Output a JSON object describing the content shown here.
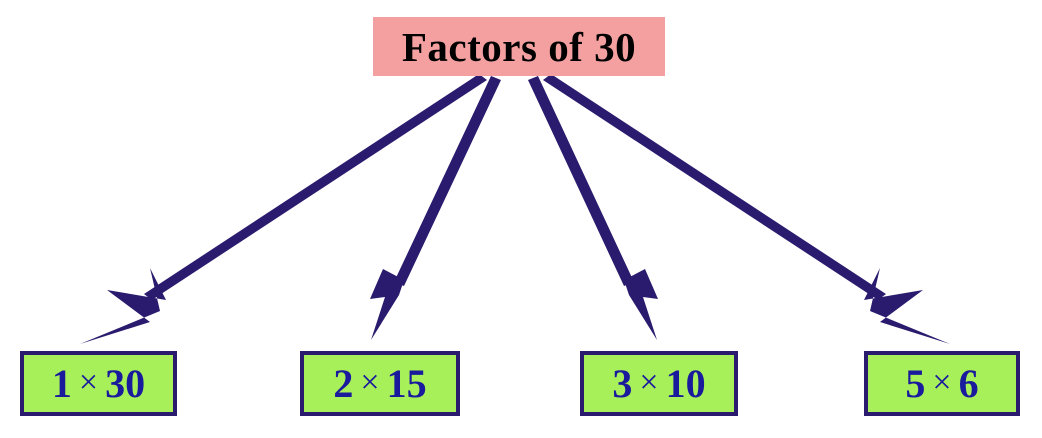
{
  "diagram": {
    "title": "Factors of 30",
    "title_color": "#f4a0a0",
    "title_text_color": "#000000",
    "node_fill_color": "#a8f05a",
    "node_border_color": "#2a1b6e",
    "node_text_color": "#1a1a9c",
    "arrow_color": "#2a1b6e",
    "background_color": "#ffffff",
    "times_symbol": "×",
    "nodes": [
      {
        "label": "1 × 30",
        "left_factor": "1",
        "operator": "×",
        "right_factor": "30"
      },
      {
        "label": "2 × 15",
        "left_factor": "2",
        "operator": "×",
        "right_factor": "15"
      },
      {
        "label": "3 × 10",
        "left_factor": "3",
        "operator": "×",
        "right_factor": "10"
      },
      {
        "label": "5 × 6",
        "left_factor": "5",
        "operator": "×",
        "right_factor": "6"
      }
    ],
    "arrows": [
      {
        "name": "arrow-to-1x30"
      },
      {
        "name": "arrow-to-2x15"
      },
      {
        "name": "arrow-to-3x10"
      },
      {
        "name": "arrow-to-5x6"
      }
    ]
  }
}
